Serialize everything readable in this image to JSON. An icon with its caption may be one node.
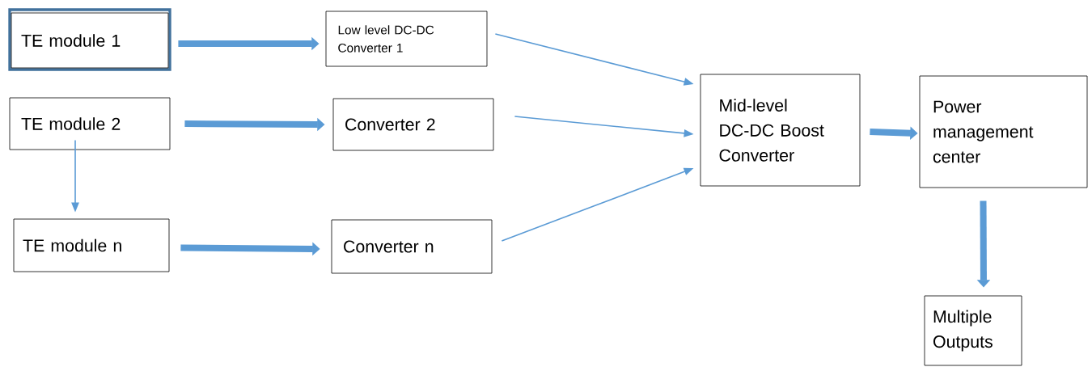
{
  "diagram": {
    "nodes": [
      {
        "text": [
          "TE module 1"
        ]
      },
      {
        "text": [
          "Low level DC-DC Converter 1"
        ]
      },
      {
        "text": [
          "TE module 2"
        ]
      },
      {
        "text": [
          "Converter 2"
        ]
      },
      {
        "text": [
          "TE module n"
        ]
      },
      {
        "text": [
          "Converter n"
        ]
      },
      {
        "text": [
          "Mid-level DC-DC Boost Converter"
        ]
      },
      {
        "text": [
          "Power management center"
        ]
      },
      {
        "text": [
          "Multiple Outputs"
        ]
      }
    ],
    "edges": [
      {
        "from": 0,
        "to": 1,
        "arrow": "to"
      },
      {
        "from": 2,
        "to": 3,
        "arrow": "to"
      },
      {
        "from": 2,
        "to": 4,
        "arrow": "to"
      },
      {
        "from": 4,
        "to": 5,
        "arrow": "to"
      },
      {
        "from": 1,
        "to": 6,
        "arrow": "to"
      },
      {
        "from": 3,
        "to": 6,
        "arrow": "to"
      },
      {
        "from": 5,
        "to": 6,
        "arrow": "to"
      },
      {
        "from": 6,
        "to": 7,
        "arrow": "to"
      },
      {
        "from": 7,
        "to": 8,
        "arrow": "to"
      }
    ]
  }
}
